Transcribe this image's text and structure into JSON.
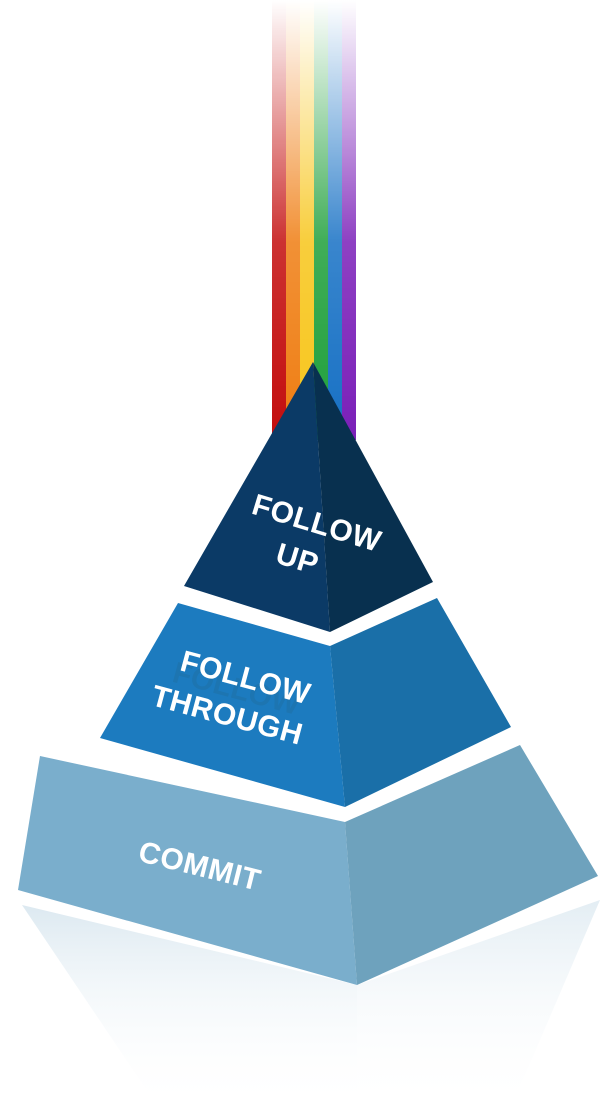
{
  "pyramid": {
    "top": {
      "line1": "FOLLOW",
      "line2": "UP"
    },
    "middle": {
      "line1": "FOLLOW",
      "line2": "THROUGH"
    },
    "bottom": {
      "line1": "COMMIT"
    }
  },
  "colors": {
    "top_front": "#0b3a66",
    "top_side": "#08304f",
    "middle_front": "#1c7bbf",
    "middle_side": "#1a6fa8",
    "bottom_front": "#7aaecc",
    "bottom_side": "#6ea2bd",
    "rainbow": [
      "#c30d0d",
      "#ef7d12",
      "#f7c51a",
      "#1e9f3a",
      "#1670c4",
      "#7a1fb8"
    ]
  }
}
